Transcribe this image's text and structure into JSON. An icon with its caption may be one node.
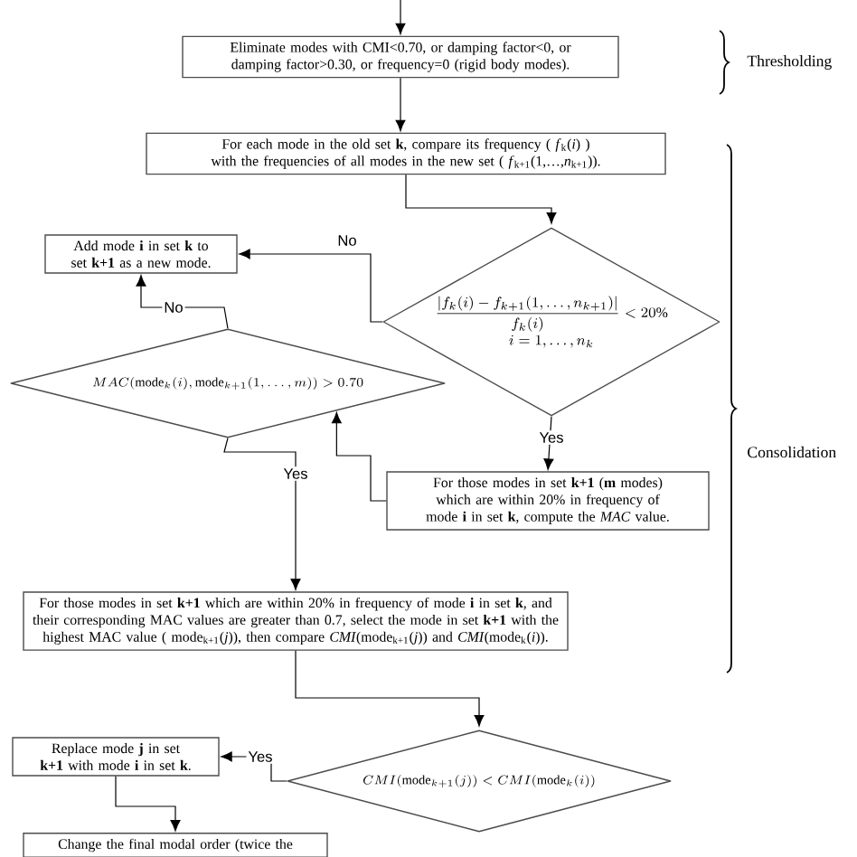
{
  "diagram": {
    "nodes": [
      {
        "text": [
          "Eliminate modes with CMI<0.70, or damping factor<0, or damping factor>0.30, or frequency=0 (rigid body modes)."
        ]
      },
      {
        "text": [
          "For each mode in the old set **k**, compare its frequency ( *f*$_{k}$(*i*) ) with the frequencies of all modes in the new set ( *f*$_{k+1}$(1,…,*n*$_{k+1}$))."
        ]
      },
      {
        "text": [
          "\\frac{|f_k(i)-f_{k+1}(1,\\ldots,n_{k+1})|}{f_k(i)}<20\\%",
          "i=1,\\ldots,n_k"
        ]
      },
      {
        "text": [
          "Add mode **i** in set **k** to set **k+1** as a new mode."
        ]
      },
      {
        "text": [
          "MAC(\\mathrm{mode}_k(i),\\mathrm{mode}_{k+1}(1,\\ldots,m))>0.70"
        ]
      },
      {
        "text": [
          "For those modes in set **k+1** (**m** modes) which are within 20% in frequency of mode **i** in set **k**, compute the *MAC* value."
        ]
      },
      {
        "text": [
          "For those modes in set **k+1** which are within 20% in frequency of mode **i** in set **k**, and their corresponding MAC values are greater than 0.7, select the mode in set **k+1** with the highest MAC value ( mode$_{k+1}$(*j*)), then compare *CMI*(mode$_{k+1}$(*j*)) and *CMI*(mode$_{k}$(*i*))."
        ]
      },
      {
        "text": [
          "CMI(\\mathrm{mode}_{k+1}(j))<CMI(\\mathrm{mode}_k(i))"
        ]
      },
      {
        "text": [
          "Replace mode **j** in set **k+1** with mode **i** in set **k**."
        ]
      },
      {
        "text": [
          "Change the final modal order (twice the"
        ]
      }
    ],
    "edges": [
      {
        "from": null,
        "to": 0,
        "arrow": "to"
      },
      {
        "from": 0,
        "to": 1,
        "arrow": "to"
      },
      {
        "from": 1,
        "to": 2,
        "arrow": "to"
      },
      {
        "from": 2,
        "to": 3,
        "arrow": "to",
        "label": "No"
      },
      {
        "from": 4,
        "to": 3,
        "arrow": "to",
        "label": "No"
      },
      {
        "from": 2,
        "to": 5,
        "arrow": "to",
        "label": "Yes"
      },
      {
        "from": 5,
        "to": 4,
        "arrow": "to"
      },
      {
        "from": 4,
        "to": 6,
        "arrow": "to",
        "label": "Yes"
      },
      {
        "from": 6,
        "to": 7,
        "arrow": "to"
      },
      {
        "from": 7,
        "to": 8,
        "arrow": "to",
        "label": "Yes"
      },
      {
        "from": 8,
        "to": 9,
        "arrow": "to"
      }
    ],
    "labels": [
      "Thresholding",
      "Consolidation"
    ]
  }
}
